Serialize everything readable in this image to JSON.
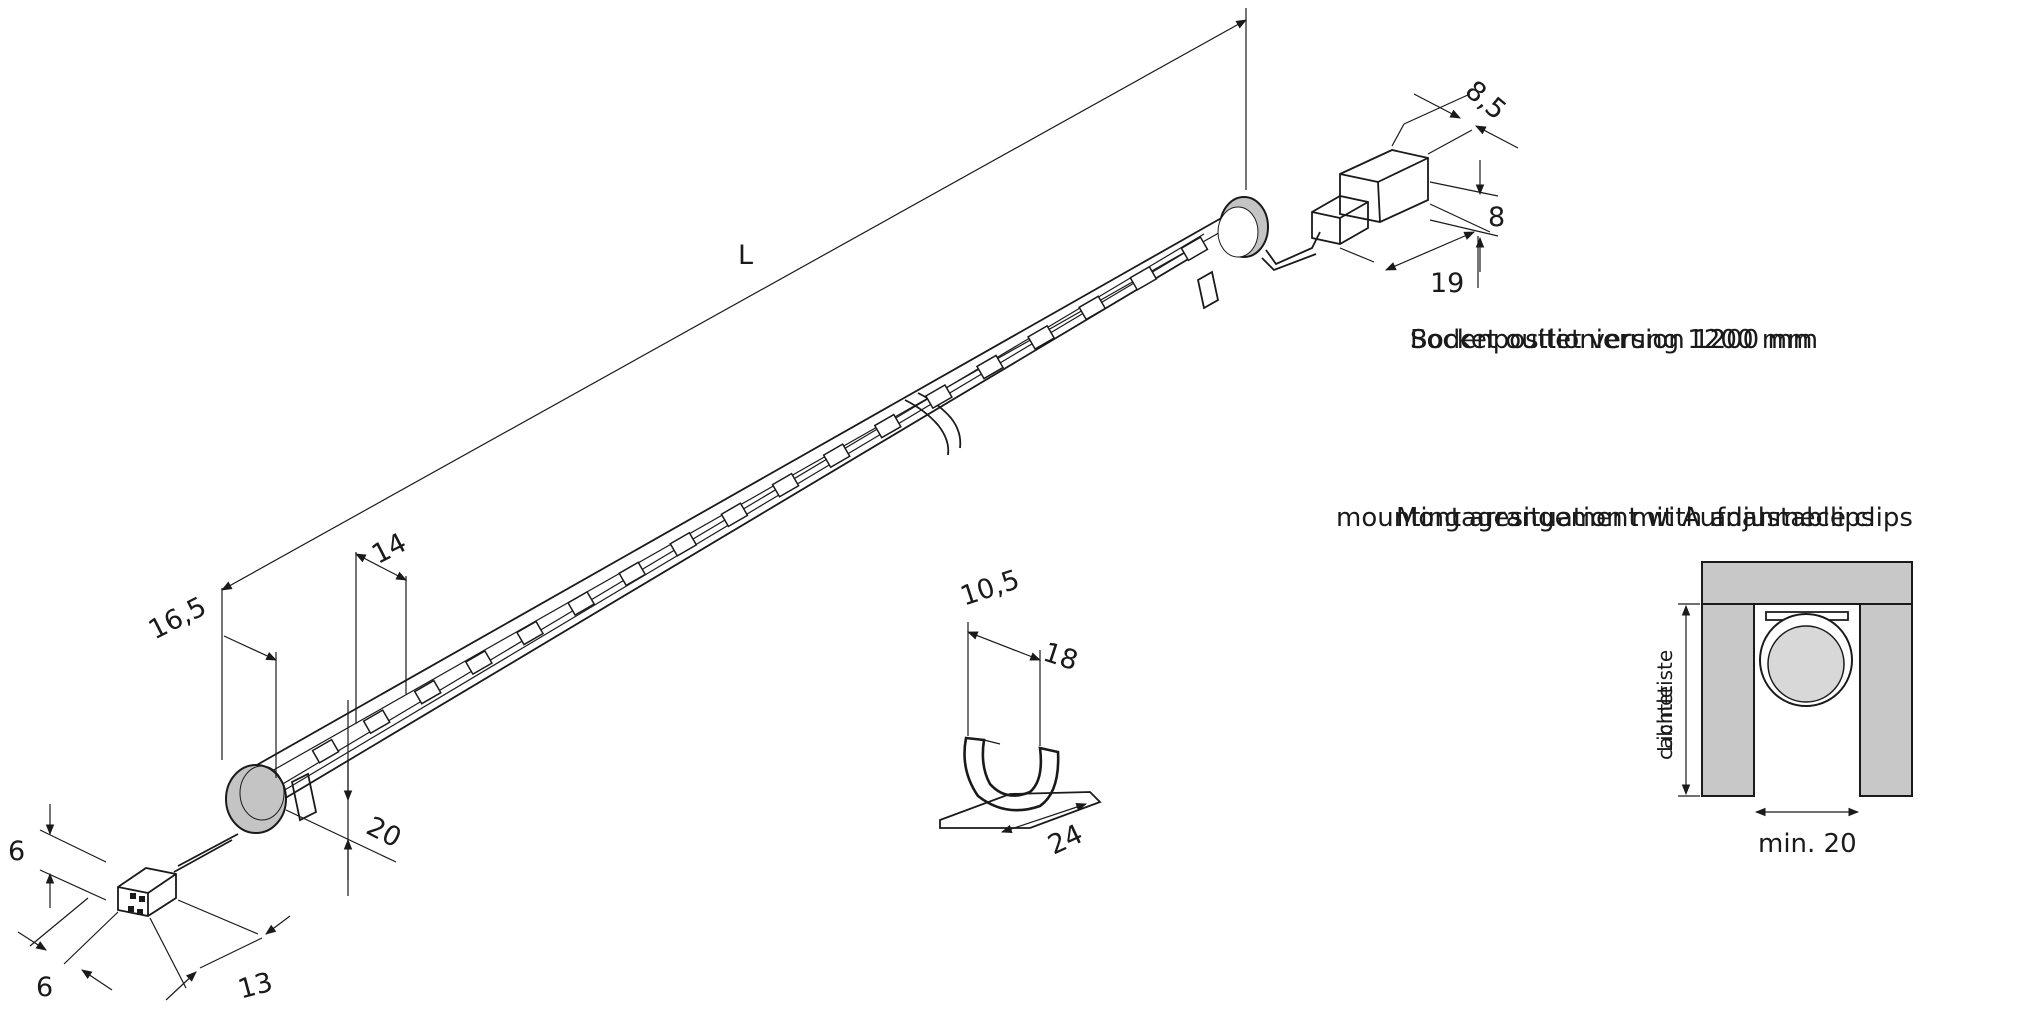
{
  "dimensions": {
    "length": "L",
    "end_offset": "16,5",
    "led_pitch": "14",
    "profile_height": "20",
    "plug_height": "6",
    "plug_width": "6",
    "plug_length": "13",
    "socket_width": "8,5",
    "socket_height": "8",
    "socket_length": "19",
    "clip_inner": "10,5",
    "clip_outer": "18",
    "clip_base": "24",
    "min_gap": "min. 20"
  },
  "notes": {
    "socket_note": "Socket outlet version 1200 mm",
    "socket_note_overlay": "Bodenpositionierung 1200 mm",
    "mounting_note": "mounting arrangement with adjustable clips",
    "mounting_note_overlay": "Montagesituation mit Aufnahmeclips",
    "cabinet_label": "cabinet",
    "cabinet_label_overlay": "Lichtleiste"
  },
  "colors": {
    "line": "#1a1a1a",
    "cabinet_fill": "#c8c8c8",
    "lens_fill": "#d8d8d8",
    "end_cap_fill": "#c4c4c4"
  }
}
